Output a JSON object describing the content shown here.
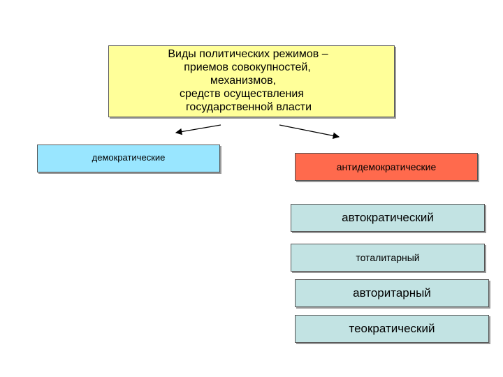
{
  "title_lines": [
    "Виды политических режимов –",
    "приемов совокупностей,",
    "механизмов,",
    "средств осуществления",
    "государственной власти"
  ],
  "branches": {
    "democratic": "демократические",
    "antidemocratic": "антидемократические"
  },
  "antidemocratic_types": [
    "автократический",
    "тоталитарный",
    "авторитарный",
    "теократический"
  ],
  "colors": {
    "title_fill": "#ffff99",
    "democratic_fill": "#99e6ff",
    "antidemocratic_fill": "#ff6a4d",
    "type_fill": "#c2e3e3"
  }
}
